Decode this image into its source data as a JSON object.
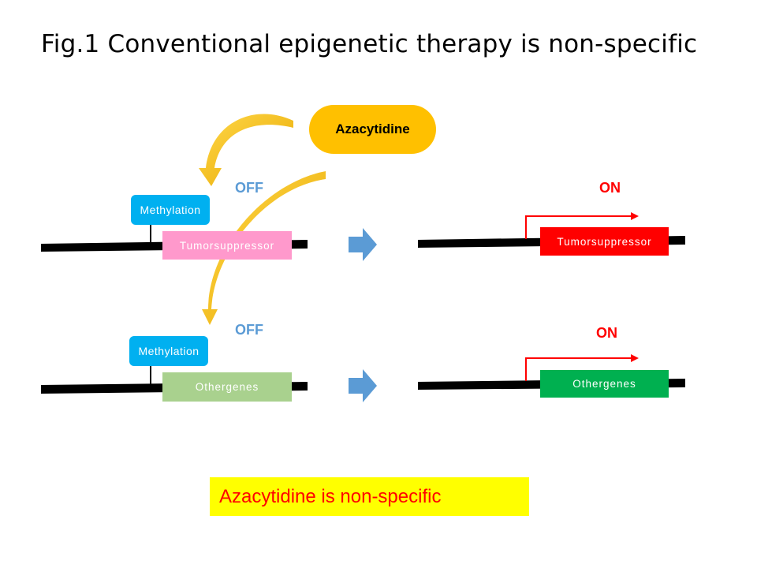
{
  "title": "Fig.1  Conventional epigenetic therapy is non-specific",
  "drug": "Azacytidine",
  "states": {
    "off": "OFF",
    "on": "ON"
  },
  "methylation_label": "Methylation",
  "genes": {
    "tumor_suppressor": "Tumorsuppressor",
    "other_genes": "Othergenes"
  },
  "caption": "Azacytidine is non-specific",
  "colors": {
    "drug": "#ffc000",
    "methylation": "#00b0f0",
    "off_text": "#5b9bd5",
    "on_text": "#ff0000",
    "tumor_off": "#ff99cc",
    "tumor_on": "#ff0000",
    "other_off": "#a9d18e",
    "other_on": "#00b050",
    "process_arrow": "#5b9bd5",
    "caption_bg": "#ffff00"
  }
}
